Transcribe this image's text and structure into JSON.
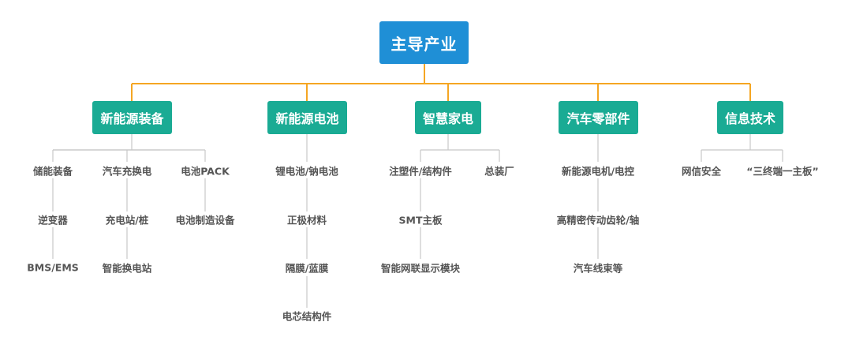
{
  "colors": {
    "root_fill": "#1f8fd6",
    "category_fill": "#1aab94",
    "trunk_line": "#f5a623",
    "branch_line": "#c8c8c8",
    "leaf_text": "#555555"
  },
  "root": {
    "label": "主导产业"
  },
  "categories": [
    {
      "label": "新能源装备",
      "columns": [
        [
          "储能装备",
          "逆变器",
          "BMS/EMS"
        ],
        [
          "汽车充换电",
          "充电站/桩",
          "智能换电站"
        ],
        [
          "电池PACK",
          "电池制造设备"
        ]
      ]
    },
    {
      "label": "新能源电池",
      "columns": [
        [
          "锂电池/钠电池",
          "正极材料",
          "隔膜/蓝膜",
          "电芯结构件"
        ]
      ]
    },
    {
      "label": "智慧家电",
      "columns": [
        [
          "注塑件/结构件",
          "SMT主板",
          "智能网联显示模块"
        ],
        [
          "总装厂"
        ]
      ]
    },
    {
      "label": "汽车零部件",
      "columns": [
        [
          "新能源电机/电控",
          "高精密传动齿轮/轴",
          "汽车线束等"
        ]
      ]
    },
    {
      "label": "信息技术",
      "columns": [
        [
          "网信安全"
        ],
        [
          "“三终端一主板”"
        ]
      ]
    }
  ]
}
